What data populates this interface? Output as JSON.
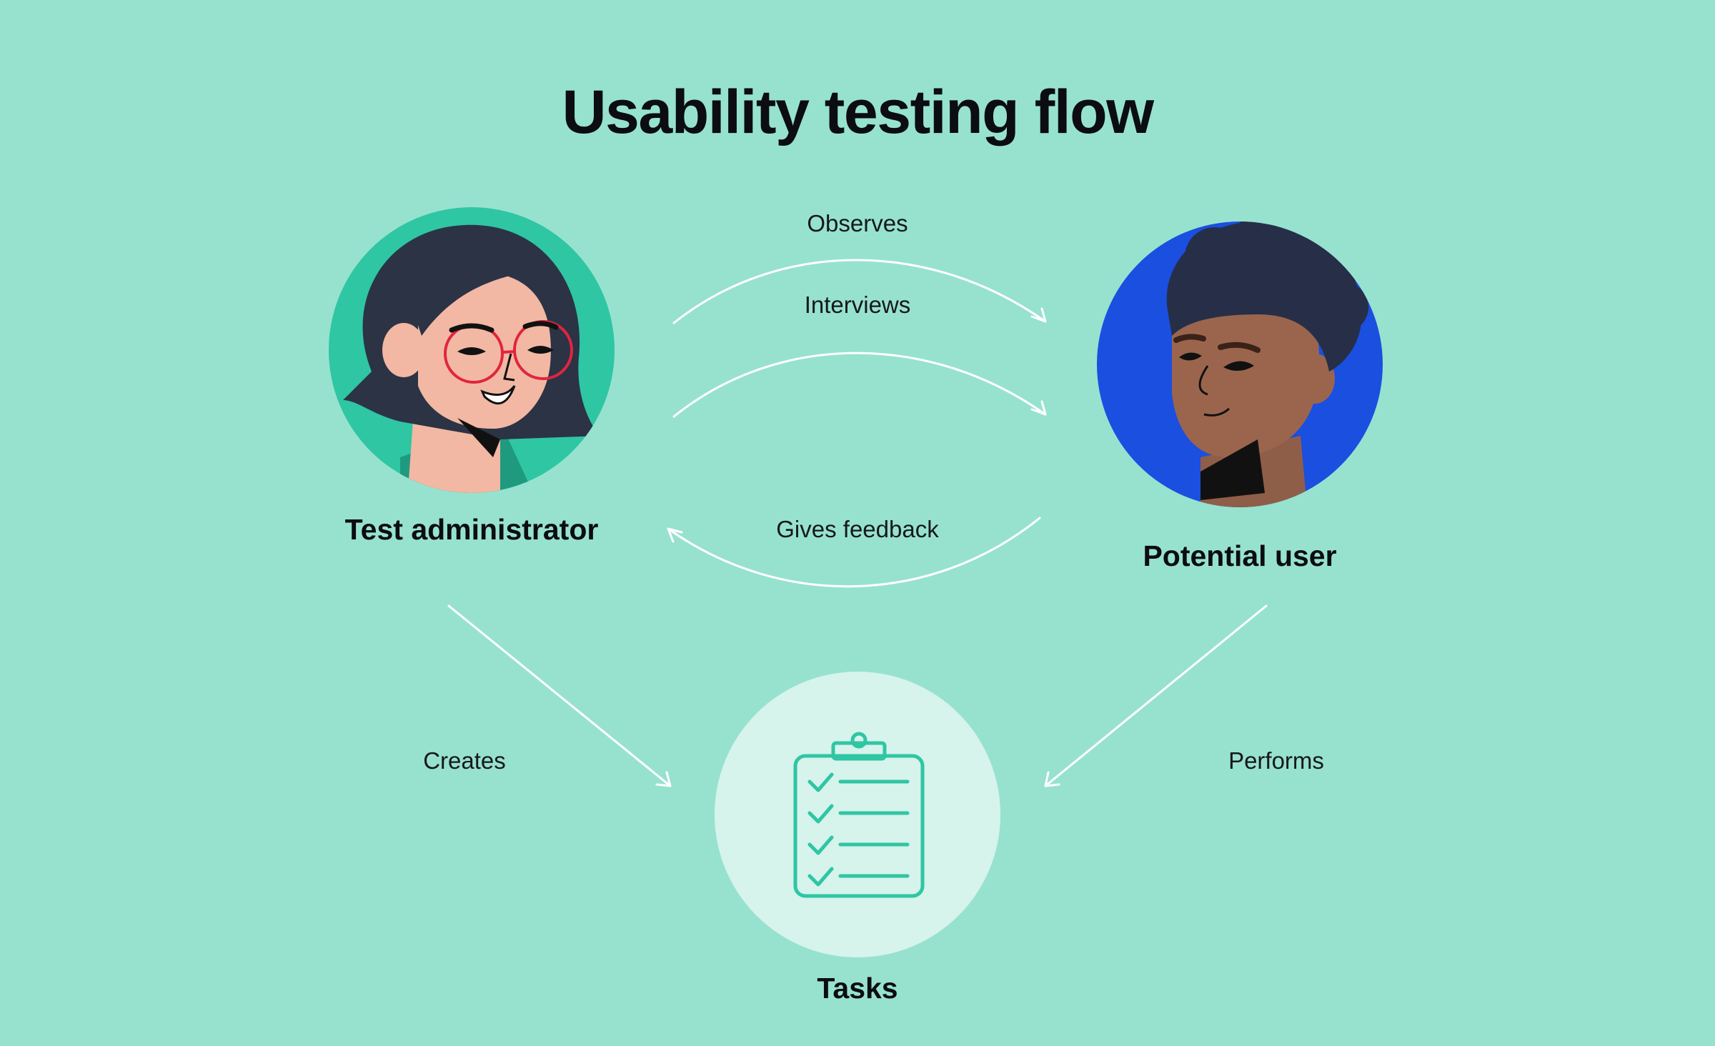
{
  "title": "Usability testing flow",
  "nodes": {
    "admin": {
      "label": "Test administrator",
      "icon": "woman-with-glasses-avatar",
      "color": "#2fc6a3"
    },
    "user": {
      "label": "Potential user",
      "icon": "man-with-curly-hair-avatar",
      "color": "#1a4fe0"
    },
    "tasks": {
      "label": "Tasks",
      "icon": "clipboard-checklist-icon",
      "color": "#d6f3ec"
    }
  },
  "edges": {
    "observes": "Observes",
    "interviews": "Interviews",
    "feedback": "Gives feedback",
    "creates": "Creates",
    "performs": "Performs"
  },
  "colors": {
    "background": "#97e2cf",
    "arrow": "#ffffff",
    "accent": "#2fc6a3"
  }
}
